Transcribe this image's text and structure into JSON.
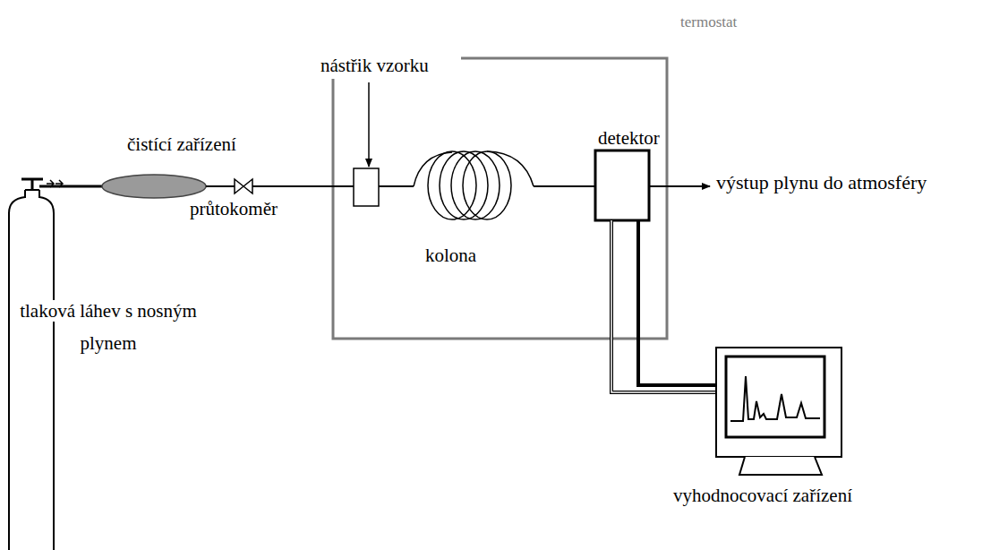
{
  "diagram": {
    "labels": [
      "termostat",
      "nástřik vzorku",
      "čistící zařízení",
      "detektor",
      "průtokoměr",
      "kolona",
      "výstup plynu do atmosféry",
      "tlaková láhev s nosným plynem",
      "vyhodnocovací zařízení"
    ]
  }
}
